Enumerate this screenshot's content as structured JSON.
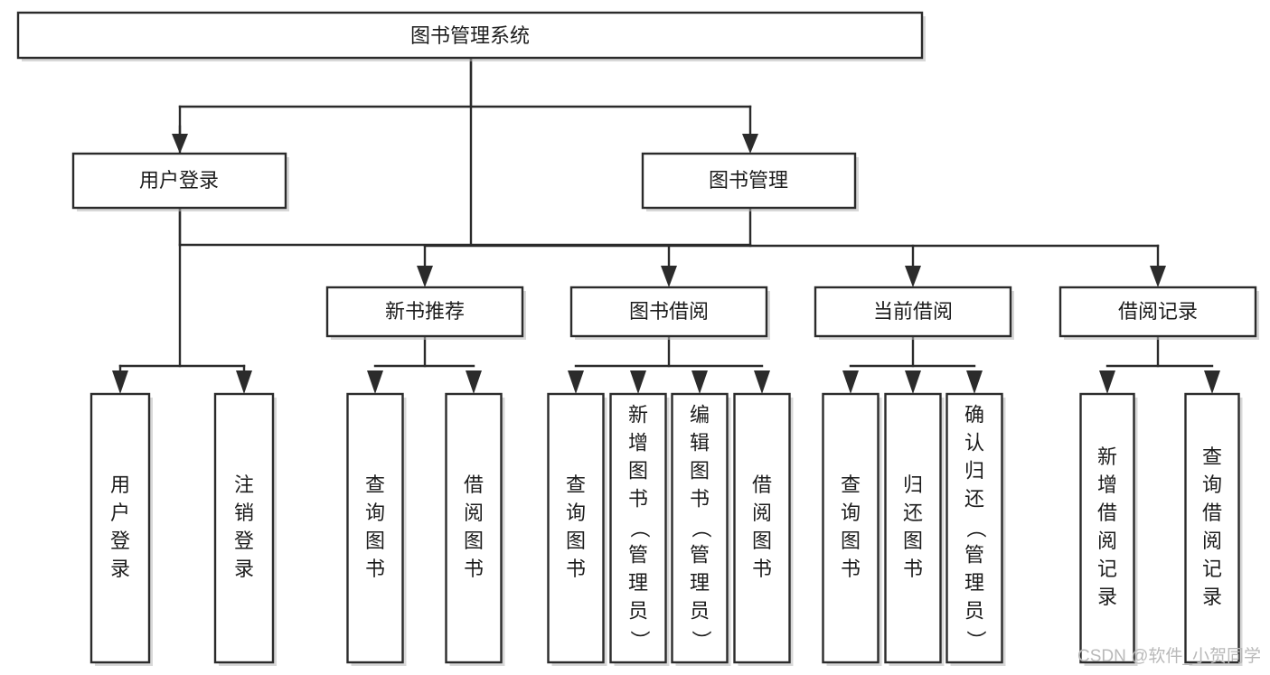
{
  "diagram": {
    "title_node": {
      "id": "root",
      "label": "图书管理系统"
    },
    "type": "tree-hierarchy-flowchart",
    "orientation": "top-down",
    "levels": 4,
    "colors": {
      "box_fill": "#ffffff",
      "box_stroke": "#2b2b2b",
      "edge": "#2b2b2b",
      "shadow": "#b8b8b8",
      "text": "#1c1c1c",
      "background": "#ffffff",
      "watermark": "#b9b9b9"
    },
    "level2": [
      {
        "id": "user-login",
        "label": "用户登录"
      },
      {
        "id": "book-manage",
        "label": "图书管理"
      }
    ],
    "level3": [
      {
        "id": "new-book-rec",
        "label": "新书推荐",
        "parent": "book-manage"
      },
      {
        "id": "book-borrow",
        "label": "图书借阅",
        "parent": "book-manage"
      },
      {
        "id": "current-borrow",
        "label": "当前借阅",
        "parent": "book-manage"
      },
      {
        "id": "borrow-record",
        "label": "借阅记录",
        "parent": "book-manage"
      }
    ],
    "leaves": {
      "user-login": [
        {
          "id": "leaf-user-login",
          "label": "用户登录"
        },
        {
          "id": "leaf-logout",
          "label": "注销登录"
        }
      ],
      "new-book-rec": [
        {
          "id": "leaf-query-book-1",
          "label": "查询图书"
        },
        {
          "id": "leaf-borrow-book-1",
          "label": "借阅图书"
        }
      ],
      "book-borrow": [
        {
          "id": "leaf-query-book-2",
          "label": "查询图书"
        },
        {
          "id": "leaf-add-book",
          "label": "新增图书（管理员）"
        },
        {
          "id": "leaf-edit-book",
          "label": "编辑图书（管理员）"
        },
        {
          "id": "leaf-borrow-book-2",
          "label": "借阅图书"
        }
      ],
      "current-borrow": [
        {
          "id": "leaf-query-book-3",
          "label": "查询图书"
        },
        {
          "id": "leaf-return-book",
          "label": "归还图书"
        },
        {
          "id": "leaf-confirm-return",
          "label": "确认归还（管理员）"
        }
      ],
      "borrow-record": [
        {
          "id": "leaf-add-record",
          "label": "新增借阅记录"
        },
        {
          "id": "leaf-query-record",
          "label": "查询借阅记录"
        }
      ]
    }
  },
  "watermark": {
    "text": "CSDN @软件_小贺同学"
  }
}
